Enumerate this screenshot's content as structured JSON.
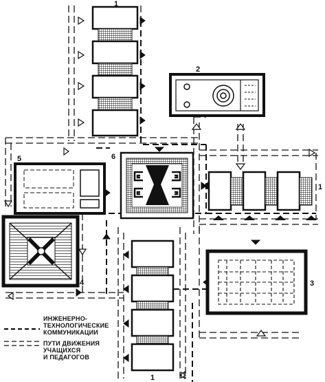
{
  "labels": {
    "block_1_top": "1",
    "block_2": "2",
    "block_1_right": "1",
    "block_3": "3",
    "block_4": "4",
    "block_5": "5",
    "block_6": "6",
    "block_1_bottom": "1"
  },
  "legend": {
    "utilities_line1": "ИНЖЕНЕРНО-",
    "utilities_line2": "ТЕХНОЛОГИЧЕСКИЕ",
    "utilities_line3": "КОММУНИКАЦИИ",
    "paths_line1": "ПУТИ ДВИЖЕНИЯ",
    "paths_line2": "УЧАЩИХСЯ",
    "paths_line3": "И ПЕДАГОГОВ"
  }
}
